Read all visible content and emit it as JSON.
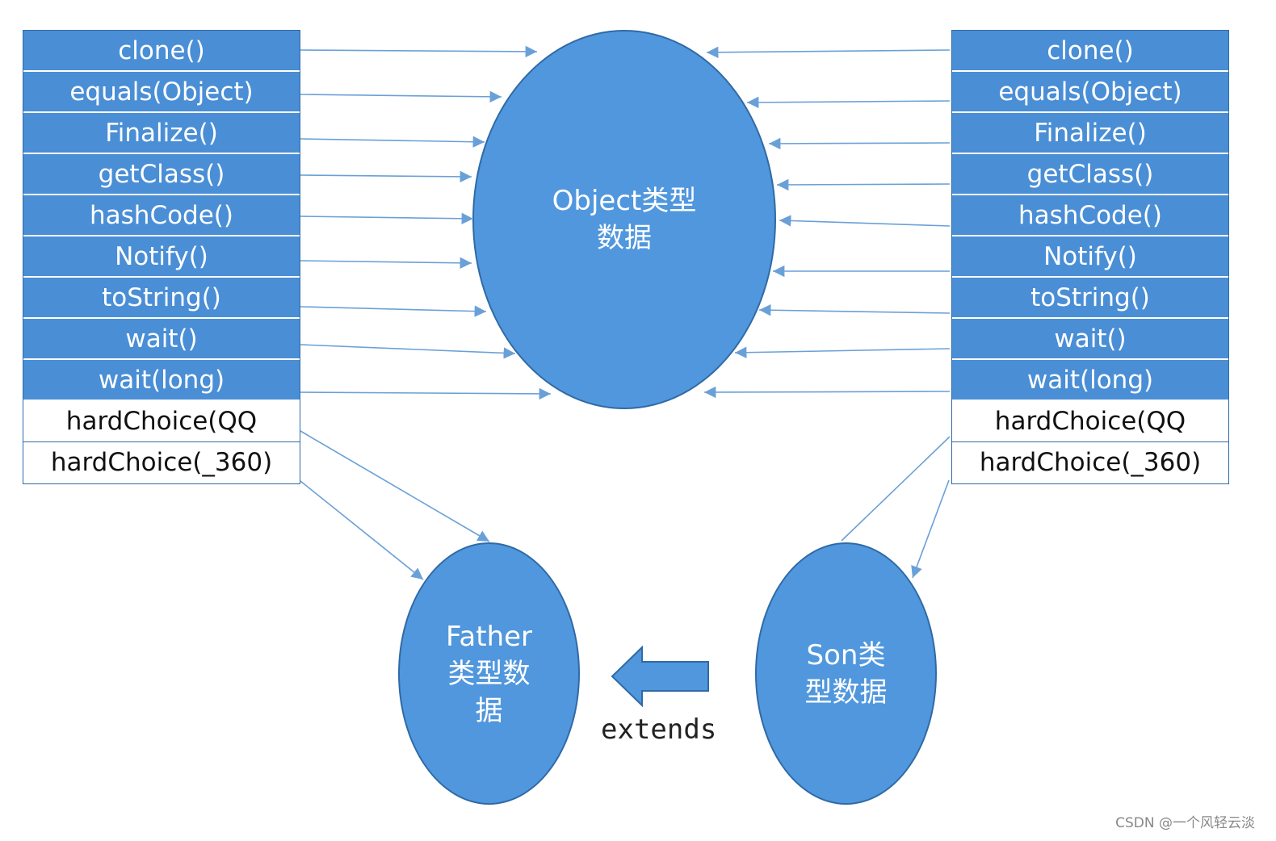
{
  "left_methods": [
    "clone()",
    "equals(Object)",
    "Finalize()",
    "getClass()",
    "hashCode()",
    "Notify()",
    "toString()",
    "wait()",
    "wait(long)",
    "hardChoice(QQ",
    "hardChoice(_360)"
  ],
  "right_methods": [
    "clone()",
    "equals(Object)",
    "Finalize()",
    "getClass()",
    "hashCode()",
    "Notify()",
    "toString()",
    "wait()",
    "wait(long)",
    "hardChoice(QQ",
    "hardChoice(_360)"
  ],
  "object_label": "Object类型\n数据",
  "father_label": "Father\n类型数\n据",
  "son_label": "Son类\n型数据",
  "extends_label": "extends",
  "watermark": "CSDN @一个风轻云淡",
  "colors": {
    "fill": "#5197dd",
    "row": "#4a8ed6",
    "stroke": "#2f6aa6",
    "arrow": "#6aa0d8"
  }
}
